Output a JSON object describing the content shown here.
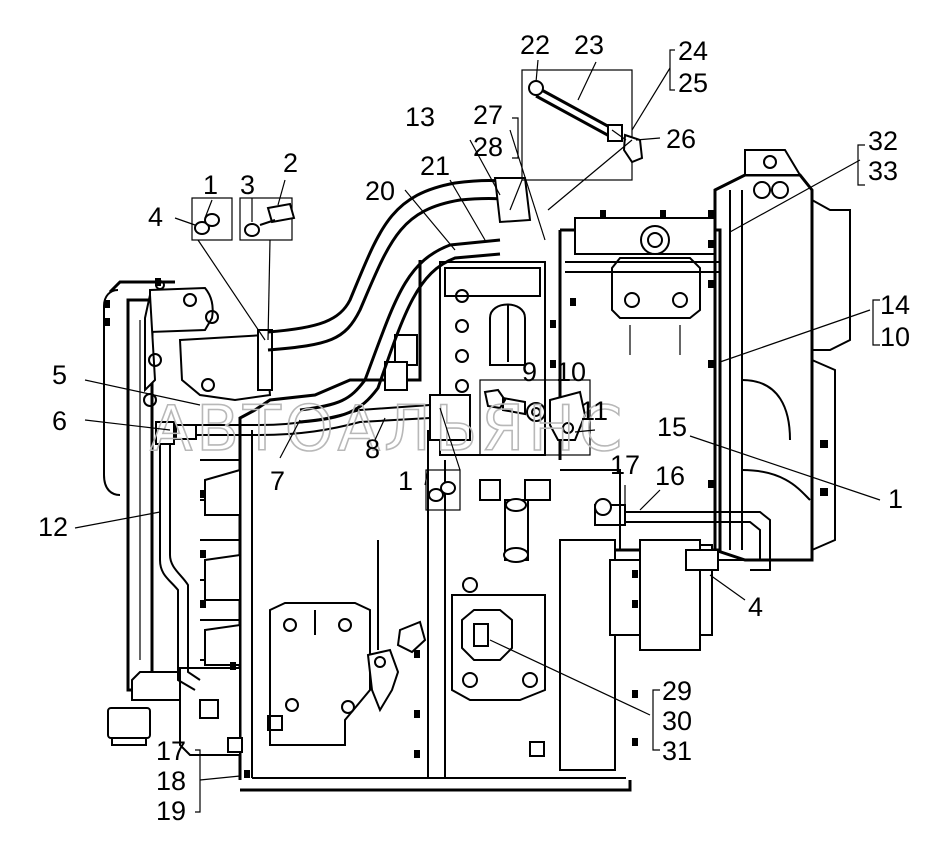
{
  "watermark": "АВТОАЛЬЯНС",
  "callouts": [
    {
      "id": "c1a",
      "text": "1"
    },
    {
      "id": "c2",
      "text": "2"
    },
    {
      "id": "c3",
      "text": "3"
    },
    {
      "id": "c4a",
      "text": "4"
    },
    {
      "id": "c5",
      "text": "5"
    },
    {
      "id": "c6",
      "text": "6"
    },
    {
      "id": "c7",
      "text": "7"
    },
    {
      "id": "c8",
      "text": "8"
    },
    {
      "id": "c9",
      "text": "9"
    },
    {
      "id": "c10a",
      "text": "10"
    },
    {
      "id": "c11",
      "text": "11"
    },
    {
      "id": "c12",
      "text": "12"
    },
    {
      "id": "c13",
      "text": "13"
    },
    {
      "id": "c14",
      "text": "14"
    },
    {
      "id": "c10b",
      "text": "10"
    },
    {
      "id": "c15",
      "text": "15"
    },
    {
      "id": "c16",
      "text": "16"
    },
    {
      "id": "c17a",
      "text": "17"
    },
    {
      "id": "c1b",
      "text": "1"
    },
    {
      "id": "c1c",
      "text": "1"
    },
    {
      "id": "c4b",
      "text": "4"
    },
    {
      "id": "c17b",
      "text": "17"
    },
    {
      "id": "c18",
      "text": "18"
    },
    {
      "id": "c19",
      "text": "19"
    },
    {
      "id": "c20",
      "text": "20"
    },
    {
      "id": "c21",
      "text": "21"
    },
    {
      "id": "c22",
      "text": "22"
    },
    {
      "id": "c23",
      "text": "23"
    },
    {
      "id": "c24",
      "text": "24"
    },
    {
      "id": "c25",
      "text": "25"
    },
    {
      "id": "c26",
      "text": "26"
    },
    {
      "id": "c27",
      "text": "27"
    },
    {
      "id": "c28",
      "text": "28"
    },
    {
      "id": "c29",
      "text": "29"
    },
    {
      "id": "c30",
      "text": "30"
    },
    {
      "id": "c31",
      "text": "31"
    },
    {
      "id": "c32",
      "text": "32"
    },
    {
      "id": "c33",
      "text": "33"
    }
  ]
}
